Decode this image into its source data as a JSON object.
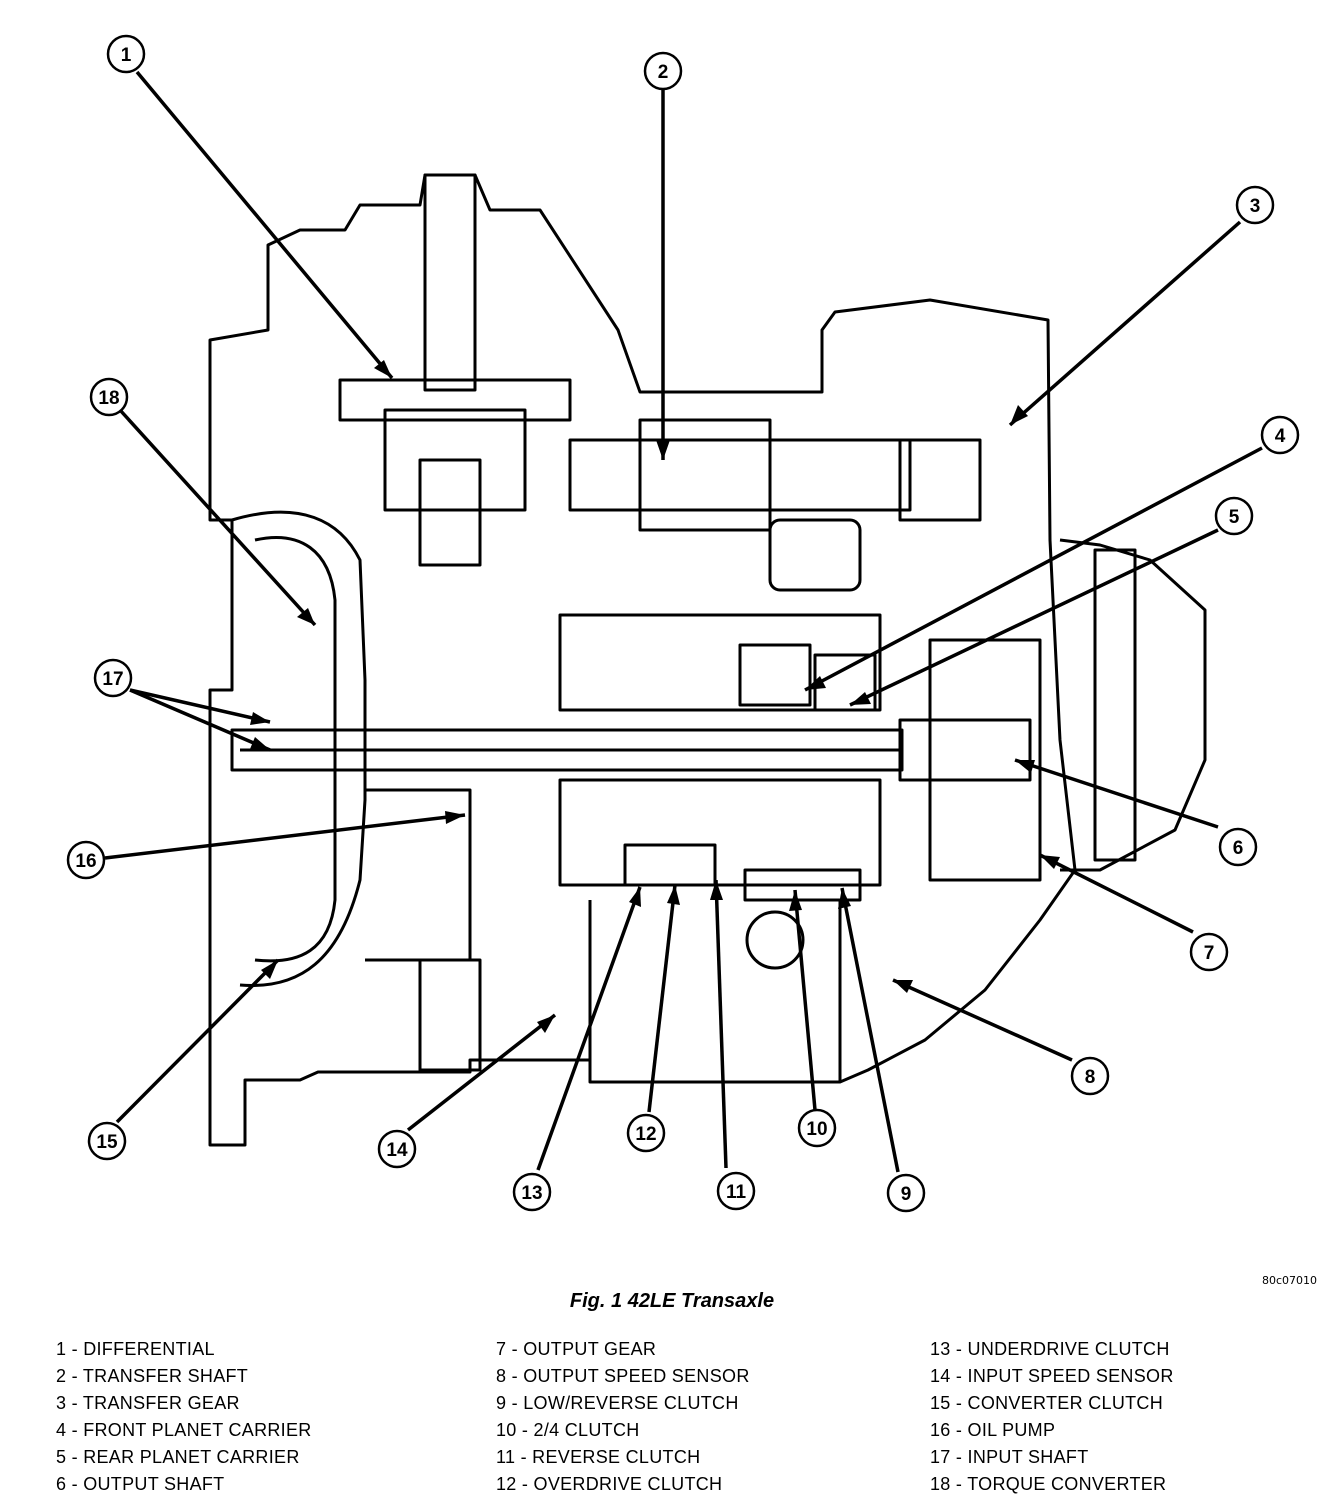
{
  "figure": {
    "caption": "Fig. 1 42LE Transaxle",
    "reference_code": "80c07010"
  },
  "callouts": [
    "1",
    "2",
    "3",
    "4",
    "5",
    "6",
    "7",
    "8",
    "9",
    "10",
    "11",
    "12",
    "13",
    "14",
    "15",
    "16",
    "17",
    "18"
  ],
  "legend": {
    "col1": [
      "1 - DIFFERENTIAL",
      "2 - TRANSFER SHAFT",
      "3 - TRANSFER GEAR",
      "4 - FRONT PLANET CARRIER",
      "5 - REAR PLANET CARRIER",
      "6 - OUTPUT SHAFT"
    ],
    "col2": [
      "7 - OUTPUT GEAR",
      "8 - OUTPUT SPEED SENSOR",
      "9 - LOW/REVERSE CLUTCH",
      "10 - 2/4 CLUTCH",
      "11 - REVERSE CLUTCH",
      "12 - OVERDRIVE CLUTCH"
    ],
    "col3": [
      "13 - UNDERDRIVE CLUTCH",
      "14 - INPUT SPEED SENSOR",
      "15 - CONVERTER CLUTCH",
      "16 - OIL PUMP",
      "17 - INPUT SHAFT",
      "18 - TORQUE CONVERTER"
    ]
  }
}
